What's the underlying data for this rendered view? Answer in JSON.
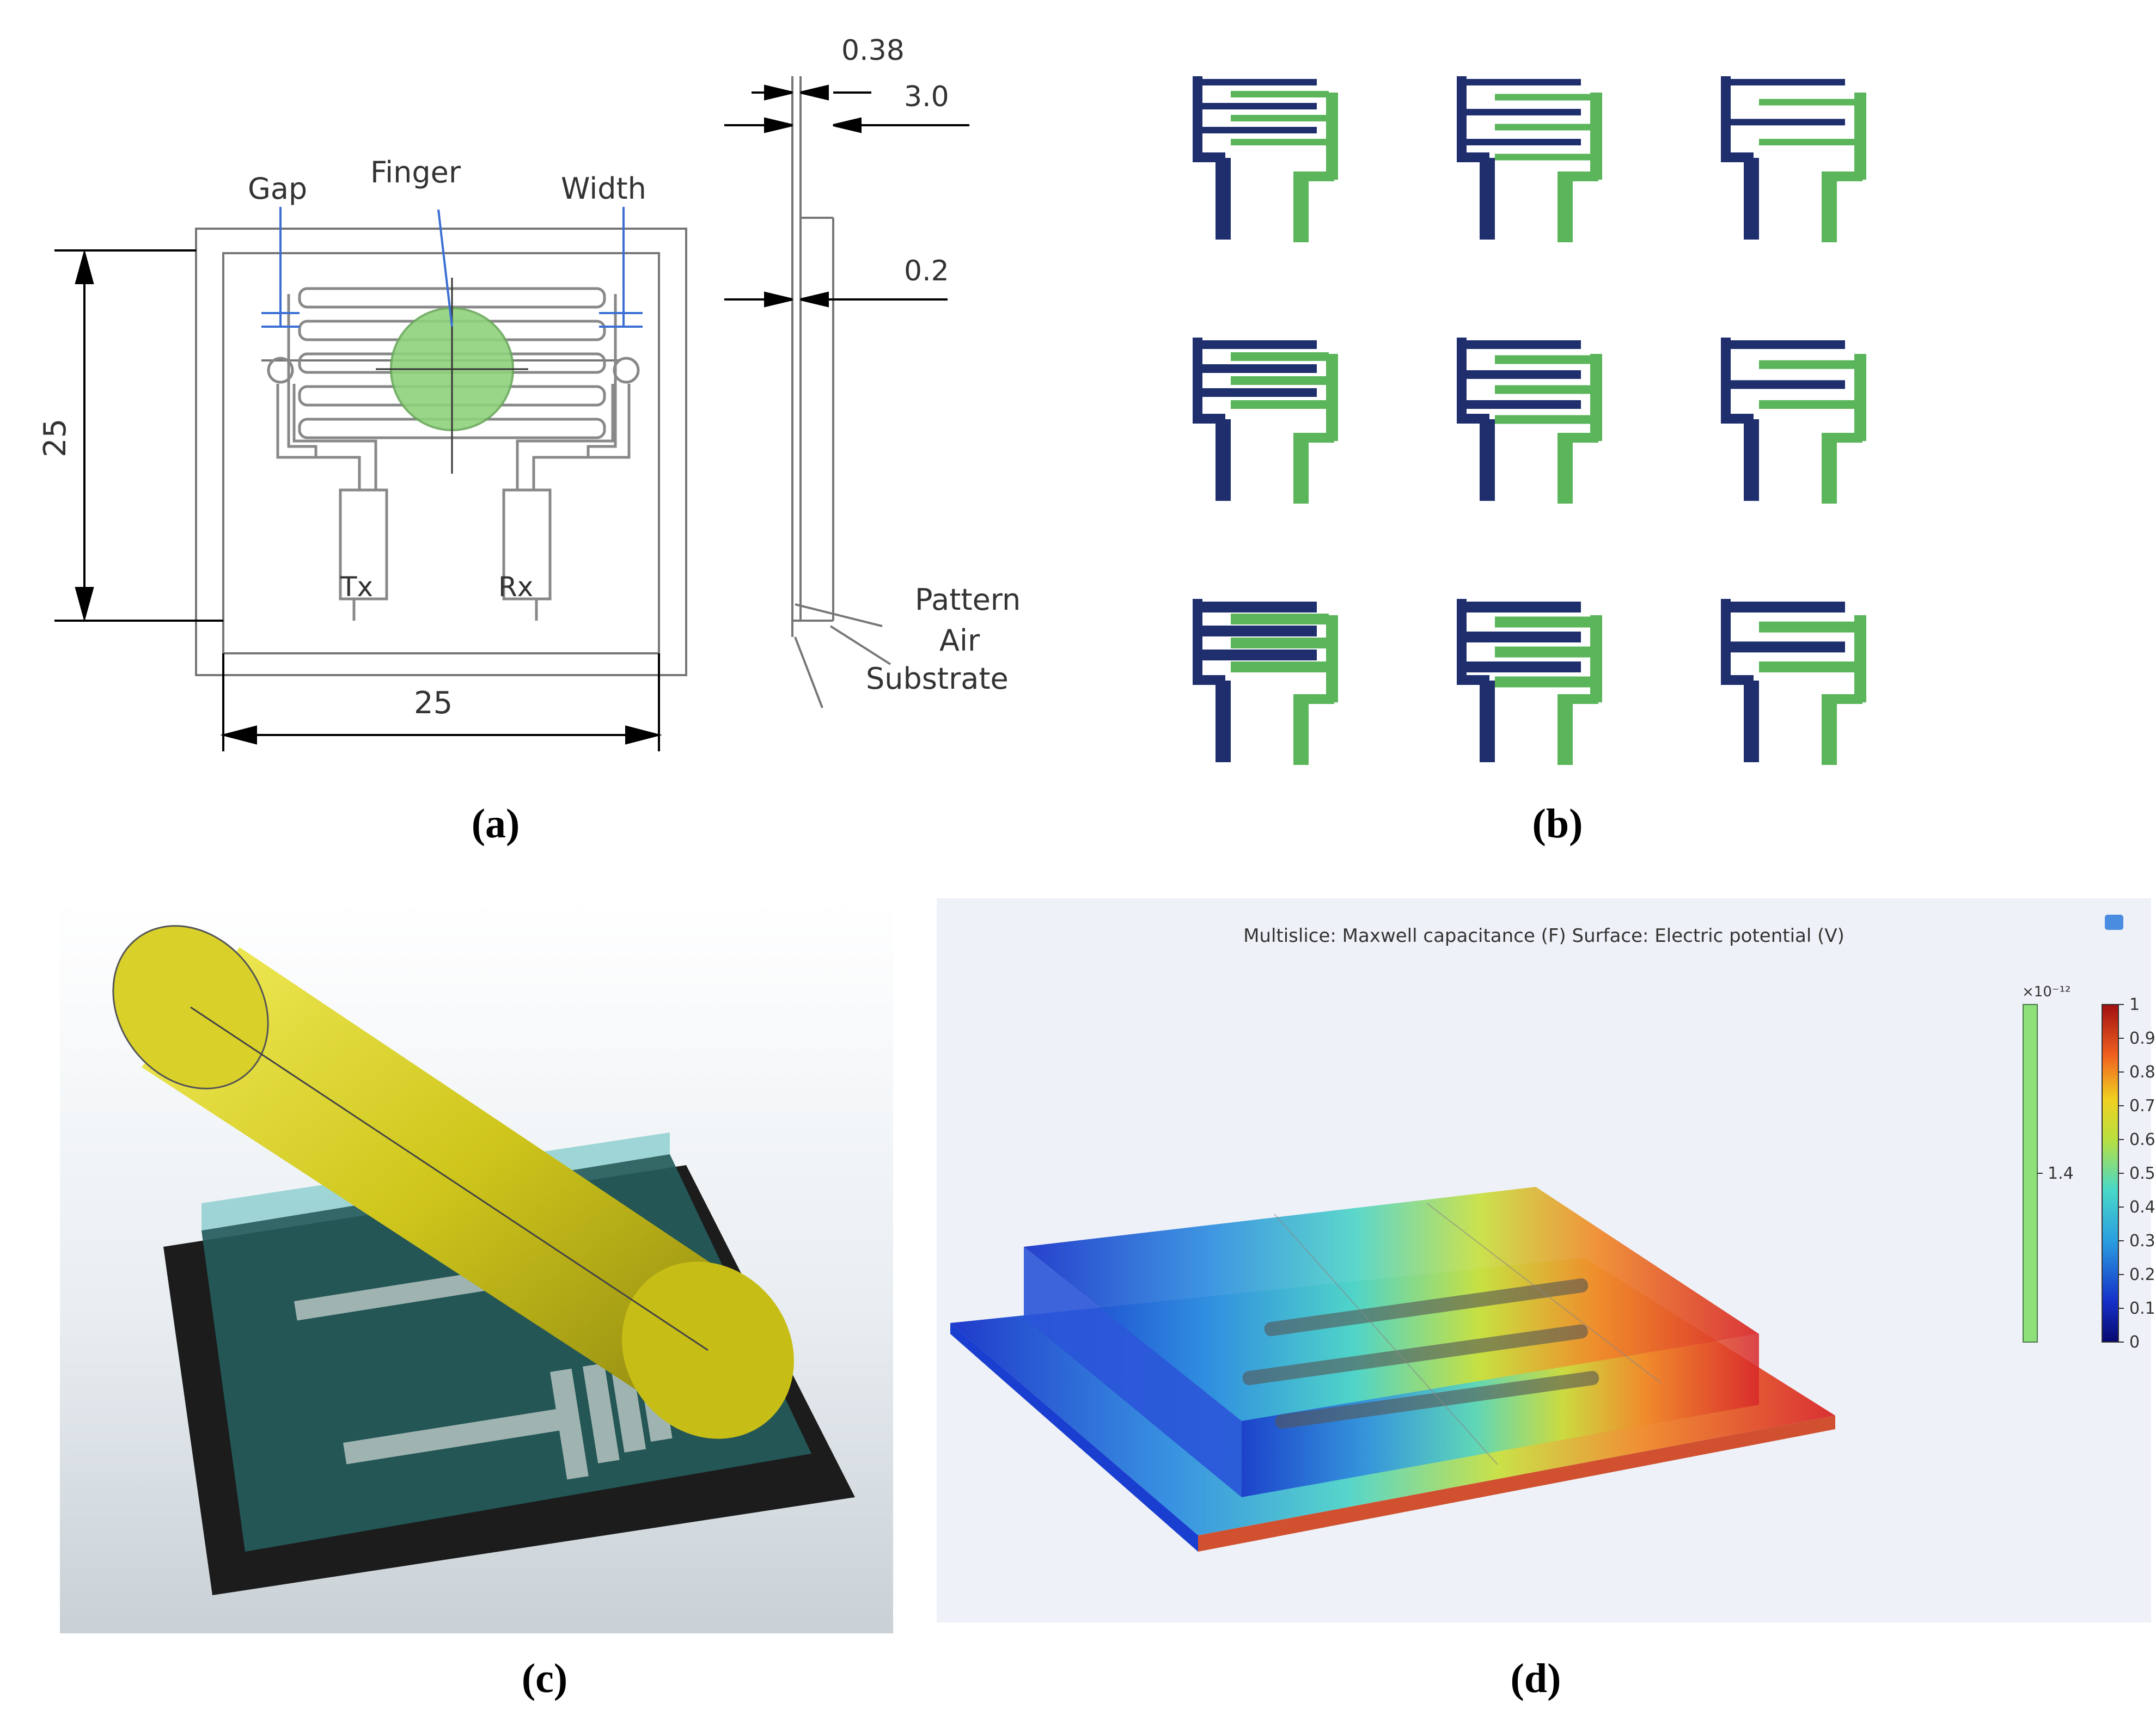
{
  "captions": {
    "a": "(a)",
    "b": "(b)",
    "c": "(c)",
    "d": "(d)"
  },
  "panel_a": {
    "dim_width": "25",
    "dim_height": "25",
    "dim_pattern": "0.38",
    "dim_air": "3.0",
    "dim_substrate": "0.2",
    "label_gap": "Gap",
    "label_finger": "Finger",
    "label_width": "Width",
    "label_tx": "Tx",
    "label_rx": "Rx",
    "label_pattern": "Pattern",
    "label_air": "Air",
    "label_substrate": "Substrate"
  },
  "panel_b": {
    "grid_rows": 3,
    "grid_cols": 3,
    "colors": {
      "transmitter": "#1f2f6e",
      "receiver": "#5bb55a"
    }
  },
  "panel_c": {
    "colors": {
      "finger": "#d8d01e",
      "cover": "#1f5a58",
      "substrate": "#1c1c1c",
      "electrode": "#9fb3b1"
    }
  },
  "panel_d": {
    "title": "Multislice: Maxwell capacitance (F)  Surface: Electric potential (V)",
    "capacitance_exponent": "×10⁻¹²",
    "capacitance_value": "1.4",
    "colorbar_ticks": [
      "1",
      "0.9",
      "0.8",
      "0.7",
      "0.6",
      "0.5",
      "0.4",
      "0.3",
      "0.2",
      "0.1",
      "0"
    ],
    "colorbar_range": [
      0,
      1
    ]
  }
}
